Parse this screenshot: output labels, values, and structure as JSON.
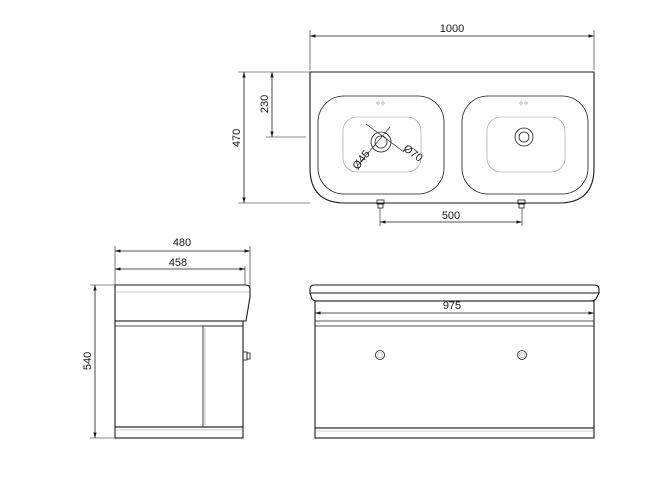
{
  "dimensions": {
    "overall_width": "1000",
    "depth": "470",
    "basin_center_offset": "230",
    "tap_spacing": "500",
    "waste_diameter": "Ø45",
    "overflow_diameter": "Ø70",
    "side_depth_outer": "480",
    "side_depth_inner": "458",
    "height": "540",
    "cabinet_width": "975"
  }
}
